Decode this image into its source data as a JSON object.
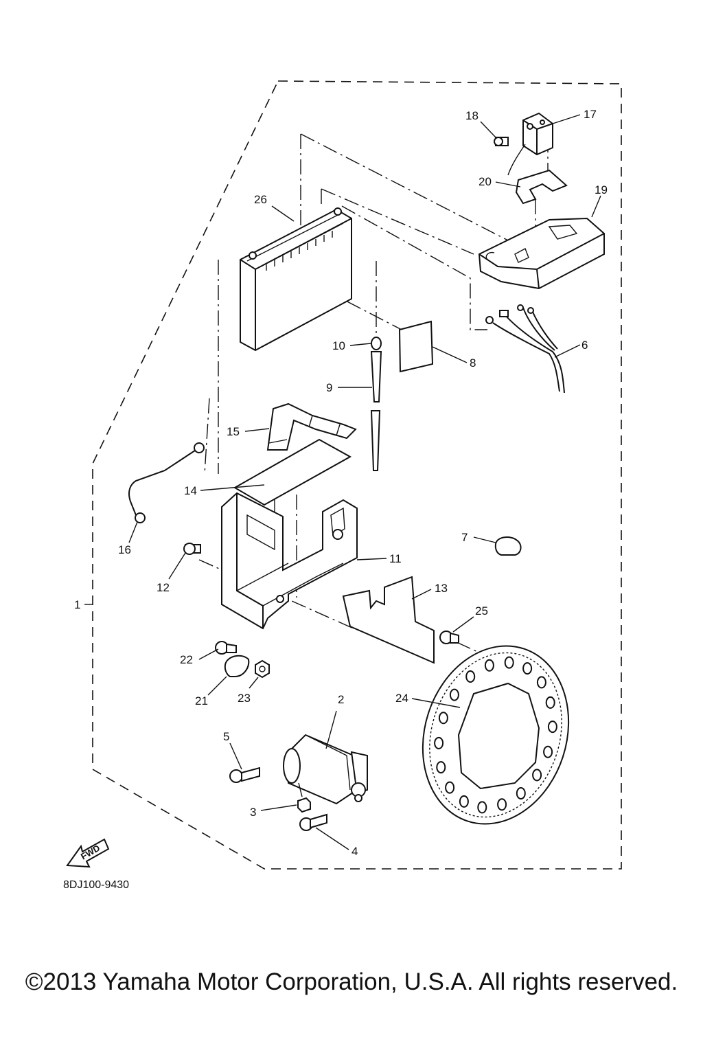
{
  "callouts": [
    {
      "num": "1"
    },
    {
      "num": "2"
    },
    {
      "num": "3"
    },
    {
      "num": "4"
    },
    {
      "num": "5"
    },
    {
      "num": "6"
    },
    {
      "num": "7"
    },
    {
      "num": "8"
    },
    {
      "num": "9"
    },
    {
      "num": "10"
    },
    {
      "num": "11"
    },
    {
      "num": "12"
    },
    {
      "num": "13"
    },
    {
      "num": "14"
    },
    {
      "num": "15"
    },
    {
      "num": "16"
    },
    {
      "num": "17"
    },
    {
      "num": "18"
    },
    {
      "num": "19"
    },
    {
      "num": "20"
    },
    {
      "num": "21"
    },
    {
      "num": "22"
    },
    {
      "num": "23"
    },
    {
      "num": "24"
    },
    {
      "num": "25"
    },
    {
      "num": "26"
    }
  ],
  "fwd_label": "FWD",
  "diagram_code": "8DJ100-9430",
  "copyright": "©2013 Yamaha Motor Corporation, U.S.A. All rights reserved."
}
